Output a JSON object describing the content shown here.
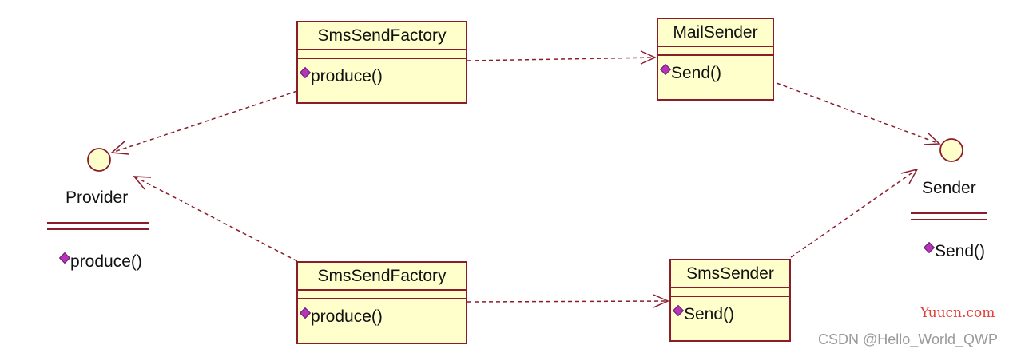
{
  "classes": {
    "sms_factory_top": {
      "name": "SmsSendFactory",
      "operation": "produce()"
    },
    "mail_sender": {
      "name": "MailSender",
      "operation": "Send()"
    },
    "sms_factory_bottom": {
      "name": "SmsSendFactory",
      "operation": "produce()"
    },
    "sms_sender": {
      "name": "SmsSender",
      "operation": "Send()"
    }
  },
  "interfaces": {
    "provider": {
      "name": "Provider",
      "operation": "produce()"
    },
    "sender": {
      "name": "Sender",
      "operation": "Send()"
    }
  },
  "watermarks": {
    "brand": "Yuucn.com",
    "credit": "CSDN @Hello_World_QWP"
  },
  "colors": {
    "class_fill": "#ffffcc",
    "border": "#8b1c2c",
    "operation_marker": "#b535b8",
    "brand_watermark": "#e0413b",
    "credit_watermark": "#9a9a9a"
  },
  "icons": {
    "interface_symbol": "lollipop-circle-icon",
    "operation_marker": "purple-diamond-icon"
  }
}
